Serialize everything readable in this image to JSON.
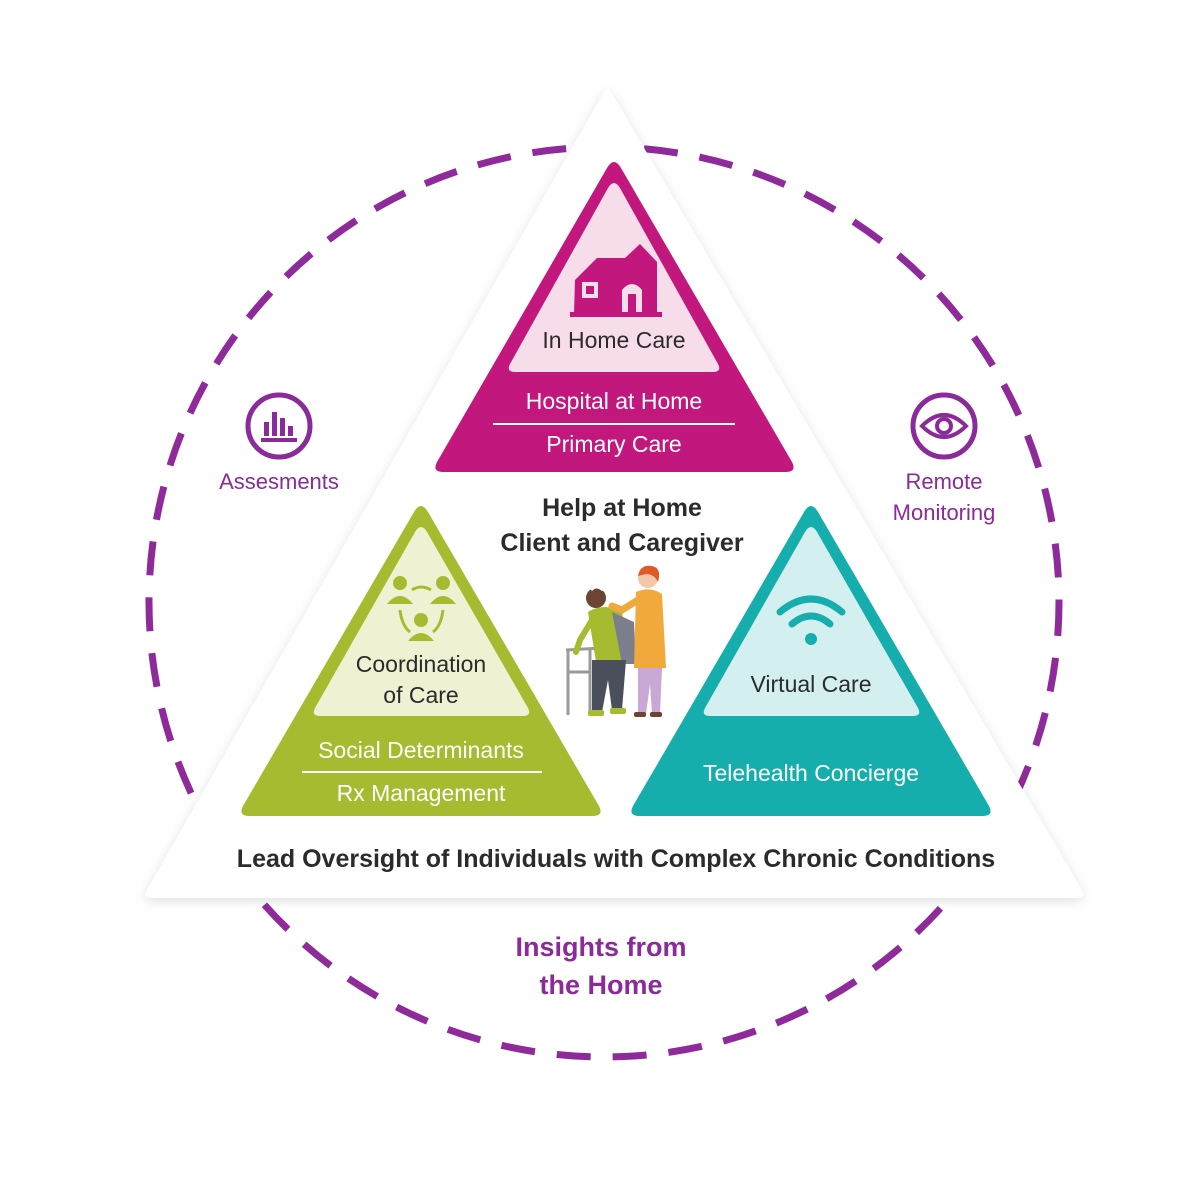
{
  "colors": {
    "dashed_circle": "#8f2a9a",
    "magenta": "#c2187e",
    "magenta_light": "#f7dcea",
    "green": "#a6bb2f",
    "green_light": "#eef2d2",
    "teal": "#15aeac",
    "teal_light": "#d3eff0",
    "purple_text": "#8a2a9b",
    "dark_text": "#2b2b2b"
  },
  "outer": {
    "left_label": "Assesments",
    "left_icon": "bar-chart-icon",
    "right_label_line1": "Remote",
    "right_label_line2": "Monitoring",
    "right_icon": "eye-icon",
    "bottom_label_line1": "Insights from",
    "bottom_label_line2": "the Home"
  },
  "triangle": {
    "base_label": "Lead Oversight of Individuals with Complex Chronic Conditions",
    "center_title_line1": "Help at Home",
    "center_title_line2": "Client and Caregiver",
    "center_image": "caregiver-helping-elderly-with-walker-illustration"
  },
  "segments": {
    "top": {
      "title": "In Home Care",
      "icon": "house-icon",
      "item1": "Hospital at Home",
      "item2": "Primary Care"
    },
    "left": {
      "title_line1": "Coordination",
      "title_line2": "of Care",
      "icon": "people-network-icon",
      "item1": "Social Determinants",
      "item2": "Rx Management"
    },
    "right": {
      "title": "Virtual Care",
      "icon": "wifi-icon",
      "item1": "Telehealth Concierge"
    }
  }
}
